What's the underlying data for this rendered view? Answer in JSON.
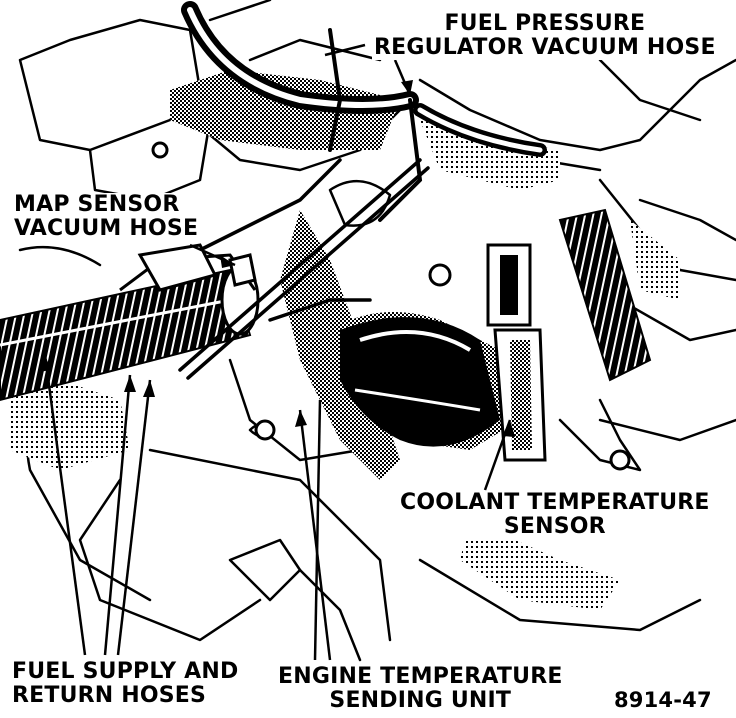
{
  "labels": {
    "fuel_pressure_line1": "FUEL PRESSURE",
    "fuel_pressure_line2": "REGULATOR VACUUM HOSE",
    "map_line1": "MAP SENSOR",
    "map_line2": "VACUUM HOSE",
    "coolant_line1": "COOLANT TEMPERATURE",
    "coolant_line2": "SENSOR",
    "fuel_supply_line1": "FUEL SUPPLY AND",
    "fuel_supply_line2": "RETURN HOSES",
    "engine_temp_line1": "ENGINE TEMPERATURE",
    "engine_temp_line2": "SENDING UNIT",
    "figure_number": "8914-47"
  },
  "colors": {
    "ink": "#000000",
    "paper": "#ffffff"
  }
}
